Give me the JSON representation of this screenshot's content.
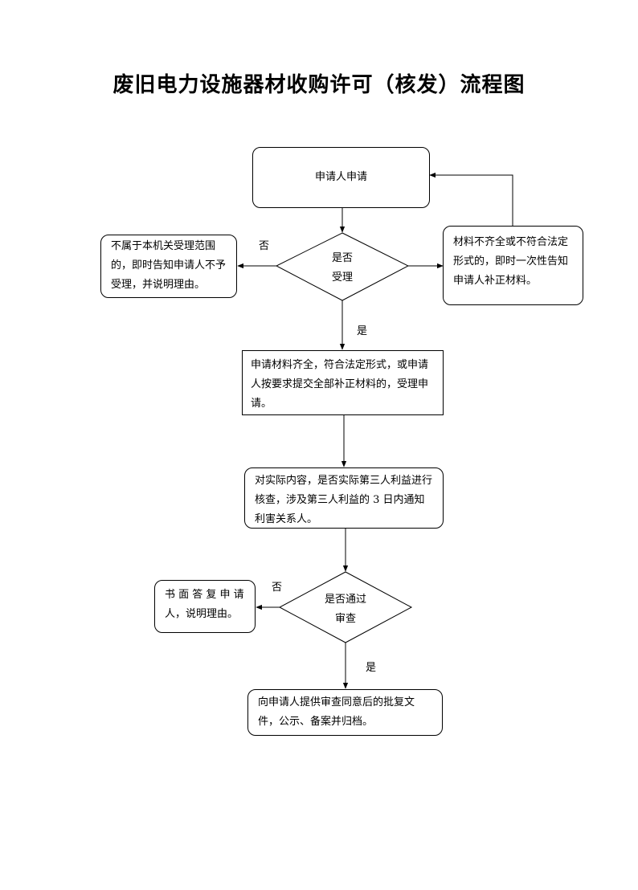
{
  "title": "废旧电力设施器材收购许可（核发）流程图",
  "nodes": {
    "apply": "申请人申请",
    "accept_line1": "是否",
    "accept_line2": "受理",
    "reject": "不属于本机关受理范围的，即时告知申请人不予受理，并说明理由。",
    "supplement": "材料不齐全或不符合法定形式的，即时一次性告知申请人补正材料。",
    "accepted": "申请材料齐全，符合法定形式，或申请人按要求提交全部补正材料的，受理申请。",
    "verify": "对实际内容，是否实际第三人利益进行核查，涉及第三人利益的 3 日内通知利害关系人。",
    "review_line1": "是否通过",
    "review_line2": "审查",
    "written_reply": "书 面 答 复 申 请 人，说明理由。",
    "approve": "向申请人提供审查同意后的批复文件，公示、备案并归档。"
  },
  "edge_labels": {
    "no_1": "否",
    "yes_1": "是",
    "no_2": "否",
    "yes_2": "是"
  }
}
